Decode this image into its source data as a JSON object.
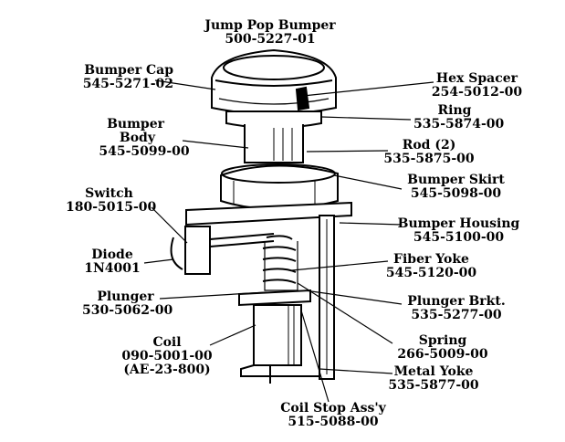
{
  "title": {
    "name": "Jump Pop Bumper",
    "part": "500-5227-01"
  },
  "labels": {
    "bumper_cap": {
      "name": "Bumper Cap",
      "part": "545-5271-02"
    },
    "hex_spacer": {
      "name": "Hex Spacer",
      "part": "254-5012-00"
    },
    "ring": {
      "name": "Ring",
      "part": "535-5874-00"
    },
    "bumper_body": {
      "name1": "Bumper",
      "name2": "Body",
      "part": "545-5099-00"
    },
    "rod": {
      "name": "Rod  (2)",
      "part": "535-5875-00"
    },
    "bumper_skirt": {
      "name": "Bumper Skirt",
      "part": "545-5098-00"
    },
    "switch": {
      "name": "Switch",
      "part": "180-5015-00"
    },
    "bumper_housing": {
      "name": "Bumper Housing",
      "part": "545-5100-00"
    },
    "diode": {
      "name": "Diode",
      "part": "1N4001"
    },
    "fiber_yoke": {
      "name": "Fiber Yoke",
      "part": "545-5120-00"
    },
    "plunger": {
      "name": "Plunger",
      "part": "530-5062-00"
    },
    "plunger_brkt": {
      "name": "Plunger Brkt.",
      "part": "535-5277-00"
    },
    "coil": {
      "name": "Coil",
      "part": "090-5001-00",
      "sub": "(AE-23-800)"
    },
    "spring": {
      "name": "Spring",
      "part": "266-5009-00"
    },
    "metal_yoke": {
      "name": "Metal Yoke",
      "part": "535-5877-00"
    },
    "coil_stop": {
      "name": "Coil Stop Ass'y",
      "part": "515-5088-00"
    }
  }
}
